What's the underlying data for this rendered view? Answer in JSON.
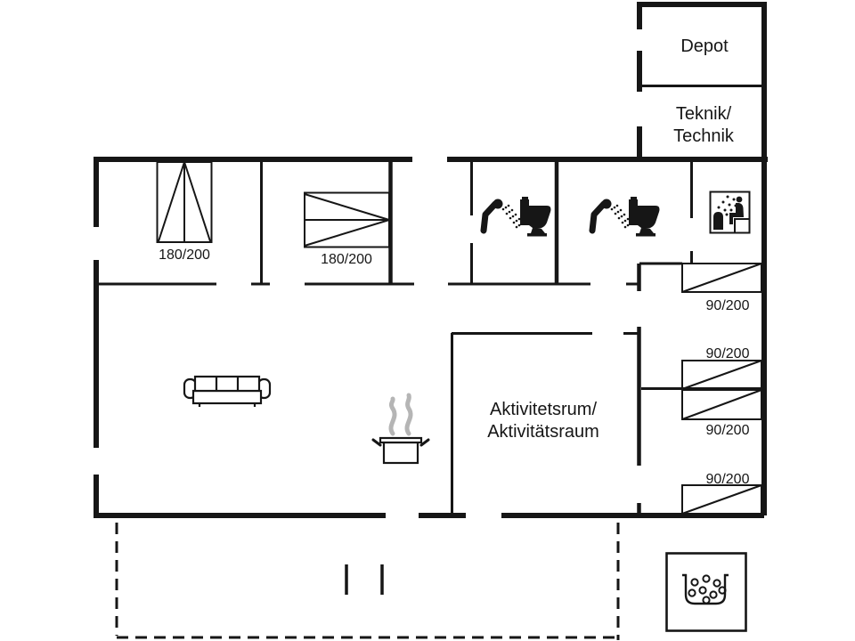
{
  "floor_plan": {
    "type": "holiday-house floor plan",
    "colors": {
      "background": "#ffffff",
      "lines": "#161616",
      "steam": "#b5b5b5"
    },
    "rooms": {
      "depot": {
        "label": "Depot"
      },
      "technik": {
        "line1": "Teknik/",
        "line2": "Technik"
      },
      "activity": {
        "line1": "Aktivitetsrum/",
        "line2": "Aktivitätsraum"
      }
    },
    "beds": {
      "double_left": {
        "size": "180/200"
      },
      "double_mid": {
        "size": "180/200"
      },
      "single_1": {
        "size": "90/200"
      },
      "single_2": {
        "size": "90/200"
      },
      "single_3": {
        "size": "90/200"
      },
      "single_4": {
        "size": "90/200"
      }
    },
    "icons": {
      "bathroom_1": [
        "shower-icon",
        "toilet-icon"
      ],
      "bathroom_2": [
        "shower-icon",
        "toilet-icon"
      ],
      "sauna_room": "sauna-icon",
      "living_area": [
        "sofa-icon",
        "cooking-pot-icon"
      ],
      "outdoor": "hot-tub-icon",
      "terrace": "dashed-terrace-outline"
    }
  }
}
